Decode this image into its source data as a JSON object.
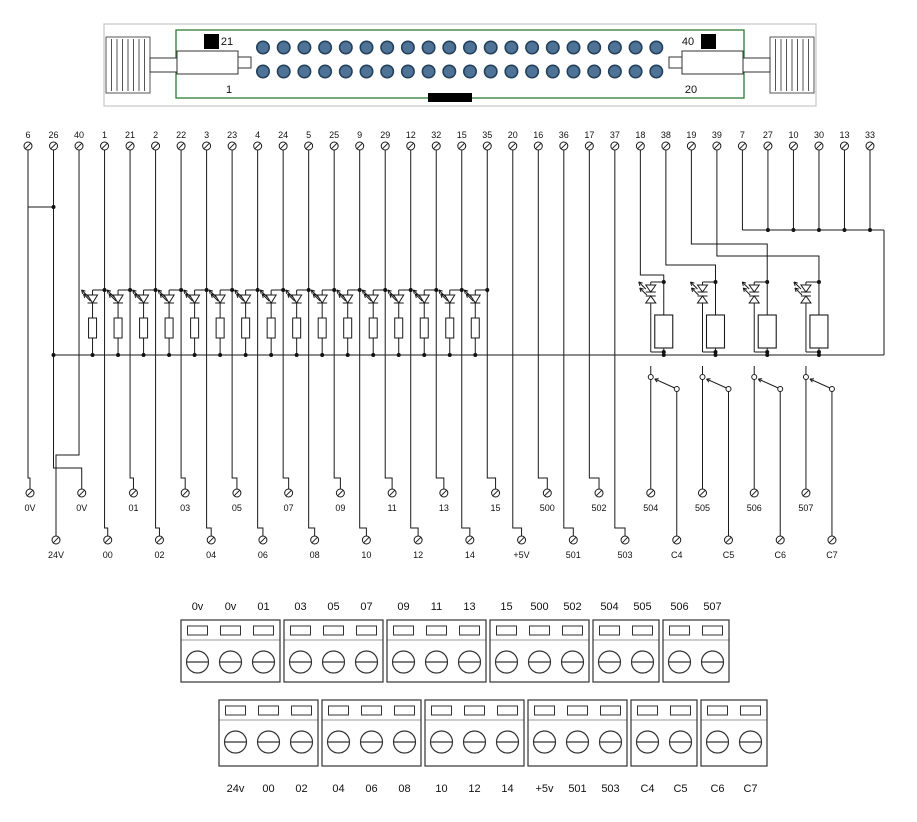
{
  "colors": {
    "wire": "#1a1a1a",
    "connector_green": "#2e7d32",
    "pin_fill": "#4f7396",
    "pin_stroke": "#24415c",
    "outer_gray": "#bbbbbb",
    "block_stroke": "#333333"
  },
  "connector": {
    "rows": 2,
    "pins_per_row": 20,
    "corner_labels": {
      "top_left": "21",
      "top_right": "40",
      "bottom_left": "1",
      "bottom_right": "20"
    }
  },
  "schematic": {
    "top_terminal_labels": [
      "6",
      "26",
      "40",
      "1",
      "21",
      "2",
      "22",
      "3",
      "23",
      "4",
      "24",
      "5",
      "25",
      "9",
      "29",
      "12",
      "32",
      "15",
      "35",
      "20",
      "16",
      "36",
      "17",
      "37",
      "18",
      "38",
      "19",
      "39",
      "7",
      "27",
      "10",
      "30",
      "13",
      "33"
    ],
    "bottom_upper_labels": [
      "0V",
      "0V",
      "01",
      "03",
      "05",
      "07",
      "09",
      "11",
      "13",
      "15",
      "500",
      "502",
      "504",
      "505",
      "506",
      "507"
    ],
    "bottom_lower_labels": [
      "24V",
      "00",
      "02",
      "04",
      "06",
      "08",
      "10",
      "12",
      "14",
      "+5V",
      "501",
      "503",
      "C4",
      "C5",
      "C6",
      "C7"
    ],
    "input_indicator_count": 16,
    "relay_count": 4
  },
  "terminal_blocks": {
    "top_row_labels": [
      "0v",
      "0v",
      "01",
      "03",
      "05",
      "07",
      "09",
      "11",
      "13",
      "15",
      "500",
      "502",
      "504",
      "505",
      "506",
      "507"
    ],
    "top_row_grouping": [
      3,
      3,
      3,
      3,
      2,
      2
    ],
    "bottom_row_labels": [
      "24v",
      "00",
      "02",
      "04",
      "06",
      "08",
      "10",
      "12",
      "14",
      "+5v",
      "501",
      "503",
      "C4",
      "C5",
      "C6",
      "C7"
    ],
    "bottom_row_grouping": [
      3,
      3,
      3,
      3,
      2,
      2
    ]
  }
}
